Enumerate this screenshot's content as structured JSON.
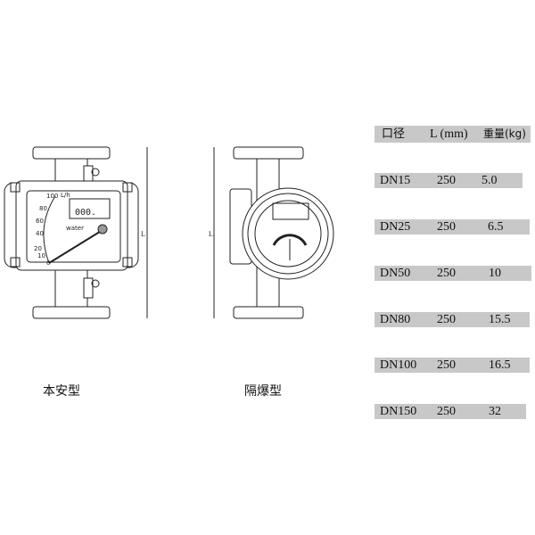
{
  "labels": {
    "intrinsic_safe": "本安型",
    "explosion_proof": "隔爆型",
    "dimension": "L"
  },
  "table": {
    "headers": [
      "口径",
      "L (mm)",
      "重量(kg)"
    ],
    "rows": [
      [
        "DN15",
        "250",
        "5.0"
      ],
      [
        "DN25",
        "250",
        "6.5"
      ],
      [
        "DN50",
        "250",
        "10"
      ],
      [
        "DN80",
        "250",
        "15.5"
      ],
      [
        "DN100",
        "250",
        "16.5"
      ],
      [
        "DN150",
        "250",
        "32"
      ]
    ]
  },
  "gauge": {
    "unit": "L/h",
    "ticks": [
      "100",
      "80",
      "60",
      "40",
      "20",
      "10",
      "0"
    ],
    "medium": "water",
    "display": "000."
  }
}
